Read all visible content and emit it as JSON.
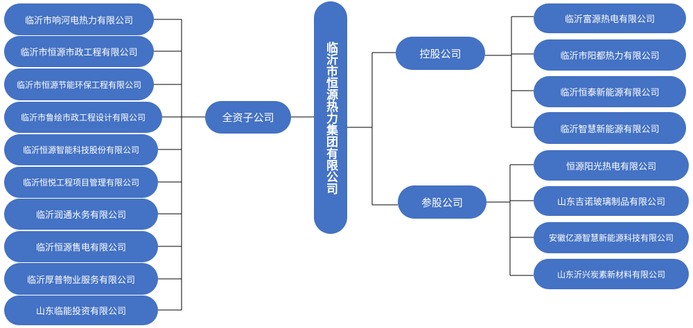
{
  "root": {
    "label": "临沂市恒源热力集团有限公司"
  },
  "groups": {
    "wholly_owned": {
      "label": "全资子公司",
      "items": [
        "临沂市响河电热力有限公司",
        "临沂市恒源市政工程有限公司",
        "临沂市恒源节能环保工程有限公司",
        "临沂市鲁绘市政工程设计有限公司",
        "临沂恒源智能科技股份有限公司",
        "临沂恒悦工程项目管理有限公司",
        "临沂润通水务有限公司",
        "临沂恒源售电有限公司",
        "临沂厚普物业服务有限公司",
        "山东临能投资有限公司"
      ]
    },
    "holding": {
      "label": "控股公司",
      "items": [
        "临沂富源热电有限公司",
        "临沂市阳都热力有限公司",
        "临沂恒泰新能源有限公司",
        "临沂智慧新能源有限公司"
      ]
    },
    "equity": {
      "label": "参股公司",
      "items": [
        "恒源阳光热电有限公司",
        "山东吉诺玻璃制品有限公司",
        "安徽亿源智慧新能源科技有限公司",
        "山东沂兴炭素新材料有限公司"
      ]
    }
  },
  "colors": {
    "node_fill": "#4472C4",
    "node_text": "#ffffff",
    "connector": "#000000"
  }
}
